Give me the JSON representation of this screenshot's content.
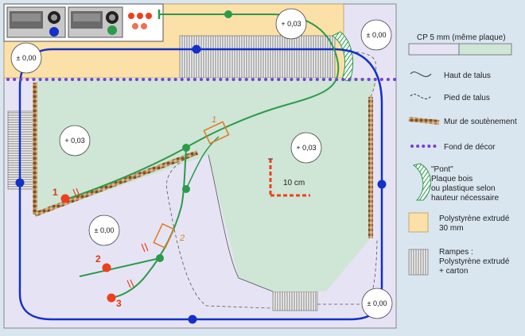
{
  "zones": {
    "top_left": "± 0,00",
    "top_mid": "+ 0,03",
    "top_right": "± 0,00",
    "center_left": "+ 0,03",
    "center_right": "+ 0,03",
    "bottom_left": "± 0,00",
    "bottom_right": "± 0,00"
  },
  "scale_label": "10 cm",
  "siding_numbers": [
    "1",
    "2",
    "3"
  ],
  "bridge_numbers": [
    "1",
    "2"
  ],
  "legend": {
    "plate_title": "CP 5 mm (même plaque)",
    "top_of_slope": "Haut de talus",
    "foot_of_slope": "Pied de talus",
    "retaining_wall": "Mur de soutènement",
    "backdrop": "Fond de décor",
    "bridge_line1": "\"Pont\"",
    "bridge_line2": "Plaque bois",
    "bridge_line3": "ou plastique selon",
    "bridge_line4": "hauteur nécessaire",
    "polystyrene_line1": "Polystyrène extrudé",
    "polystyrene_line2": "30 mm",
    "ramps_line1": "Rampes :",
    "ramps_line2": "Polystyrène extrudé",
    "ramps_line3": "+ carton"
  },
  "colors": {
    "lavender": "#e6e4f4",
    "green_zone": "#cfe5d6",
    "foam": "#fbe0a8",
    "track_blue": "#1430c8",
    "track_green": "#2b9a4a",
    "signal_red": "#ee3f1c",
    "dots": "#7a3fd0",
    "bridge_orange": "#e07a1f"
  }
}
